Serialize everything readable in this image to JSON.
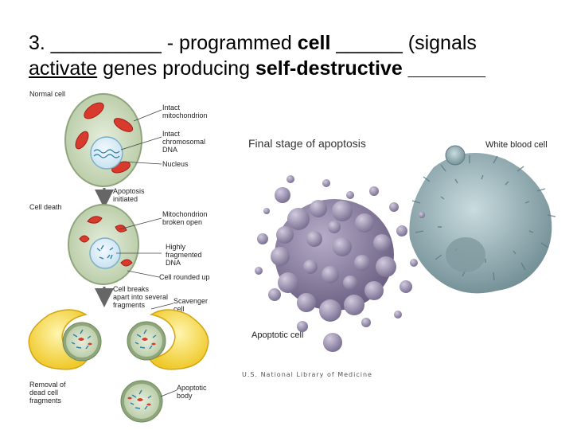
{
  "heading": {
    "line1_prefix": "3. __________ - programmed ",
    "line1_bold": "cell",
    "line1_suffix": " ______ (signals",
    "line2_underlined": "activate",
    "line2_middle": " genes producing ",
    "line2_bold": "self-destructive _______"
  },
  "diagram": {
    "normal_cell": "Normal cell",
    "intact_mito_1": "Intact",
    "intact_mito_2": "mitochondrion",
    "intact_dna_1": "Intact",
    "intact_dna_2": "chromosomal",
    "intact_dna_3": "DNA",
    "nucleus": "Nucleus",
    "apoptosis_1": "Apoptosis",
    "apoptosis_2": "initiated",
    "cell_death": "Cell death",
    "mito_broken_1": "Mitochondrion",
    "mito_broken_2": "broken open",
    "frag_dna_1": "Highly",
    "frag_dna_2": "fragmented",
    "frag_dna_3": "DNA",
    "rounded_up": "Cell rounded up",
    "breaks_1": "Cell breaks",
    "breaks_2": "apart into several",
    "breaks_3": "fragments",
    "scavenger_1": "Scavenger",
    "scavenger_2": "cell",
    "removal_1": "Removal of",
    "removal_2": "dead cell",
    "removal_3": "fragments",
    "body_1": "Apoptotic",
    "body_2": "body"
  },
  "render": {
    "final_stage": "Final stage of apoptosis",
    "white_blood_cell": "White blood cell",
    "apoptotic_cell": "Apoptotic cell",
    "credit": "U.S. National Library of Medicine"
  }
}
